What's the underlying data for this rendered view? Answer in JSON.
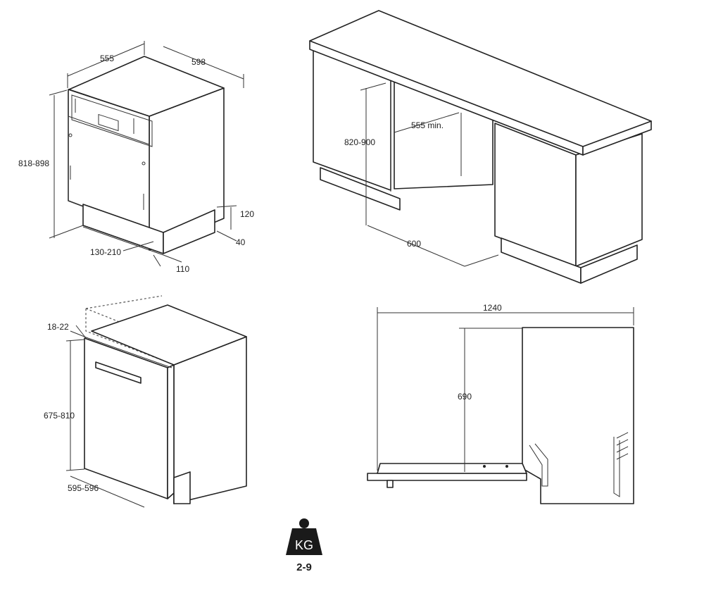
{
  "dims": {
    "width_555": "555",
    "depth_598": "598",
    "height_818_898": "818-898",
    "plinth_120": "120",
    "plinth_40": "40",
    "plinth_130_210": "130-210",
    "plinth_110": "110",
    "height_820_900": "820-900",
    "niche_555_min": "555 min.",
    "width_600": "600",
    "door_18_22": "18-22",
    "door_675_810": "675-810",
    "door_595_596": "595-596",
    "open_1240": "1240",
    "open_690": "690"
  },
  "weight": {
    "icon_label": "KG",
    "range": "2-9"
  }
}
